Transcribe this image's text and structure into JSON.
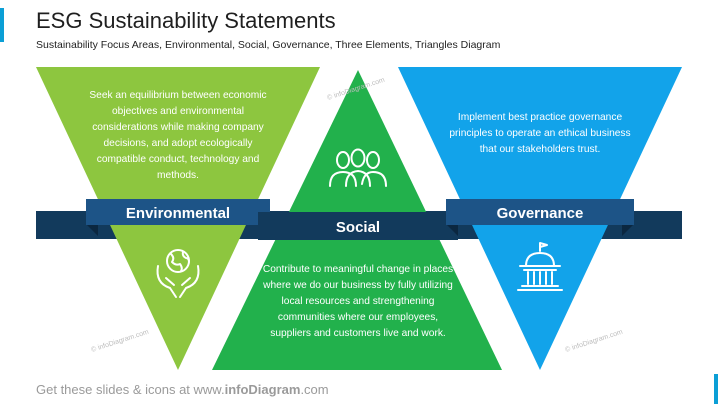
{
  "header": {
    "title": "ESG Sustainability Statements",
    "subtitle": "Sustainability Focus Areas, Environmental, Social, Governance, Three Elements, Triangles Diagram"
  },
  "elements": [
    {
      "id": "environmental",
      "label": "Environmental",
      "text": "Seek an equilibrium between economic objectives and environmental considerations while making company decisions, and adopt ecologically compatible conduct, technology and methods.",
      "icon": "globe-in-hands-icon",
      "color": "#8dc63f"
    },
    {
      "id": "social",
      "label": "Social",
      "text": "Contribute to meaningful change in places where we do our business by fully utilizing local resources and strengthening communities where our employees, suppliers and customers live and work.",
      "icon": "people-group-icon",
      "color": "#22b14c"
    },
    {
      "id": "governance",
      "label": "Governance",
      "text": "Implement best practice governance principles to operate an ethical business that our stakeholders trust.",
      "icon": "government-building-icon",
      "color": "#12a3ea"
    }
  ],
  "colors": {
    "ribbon": "#123a5c",
    "ribbon_front": "#1d5487",
    "accent": "#0b9fd6"
  },
  "watermark": "© infoDiagram.com",
  "footer": {
    "prefix": "Get these slides & icons at www.",
    "brand": "infoDiagram",
    "suffix": ".com"
  }
}
